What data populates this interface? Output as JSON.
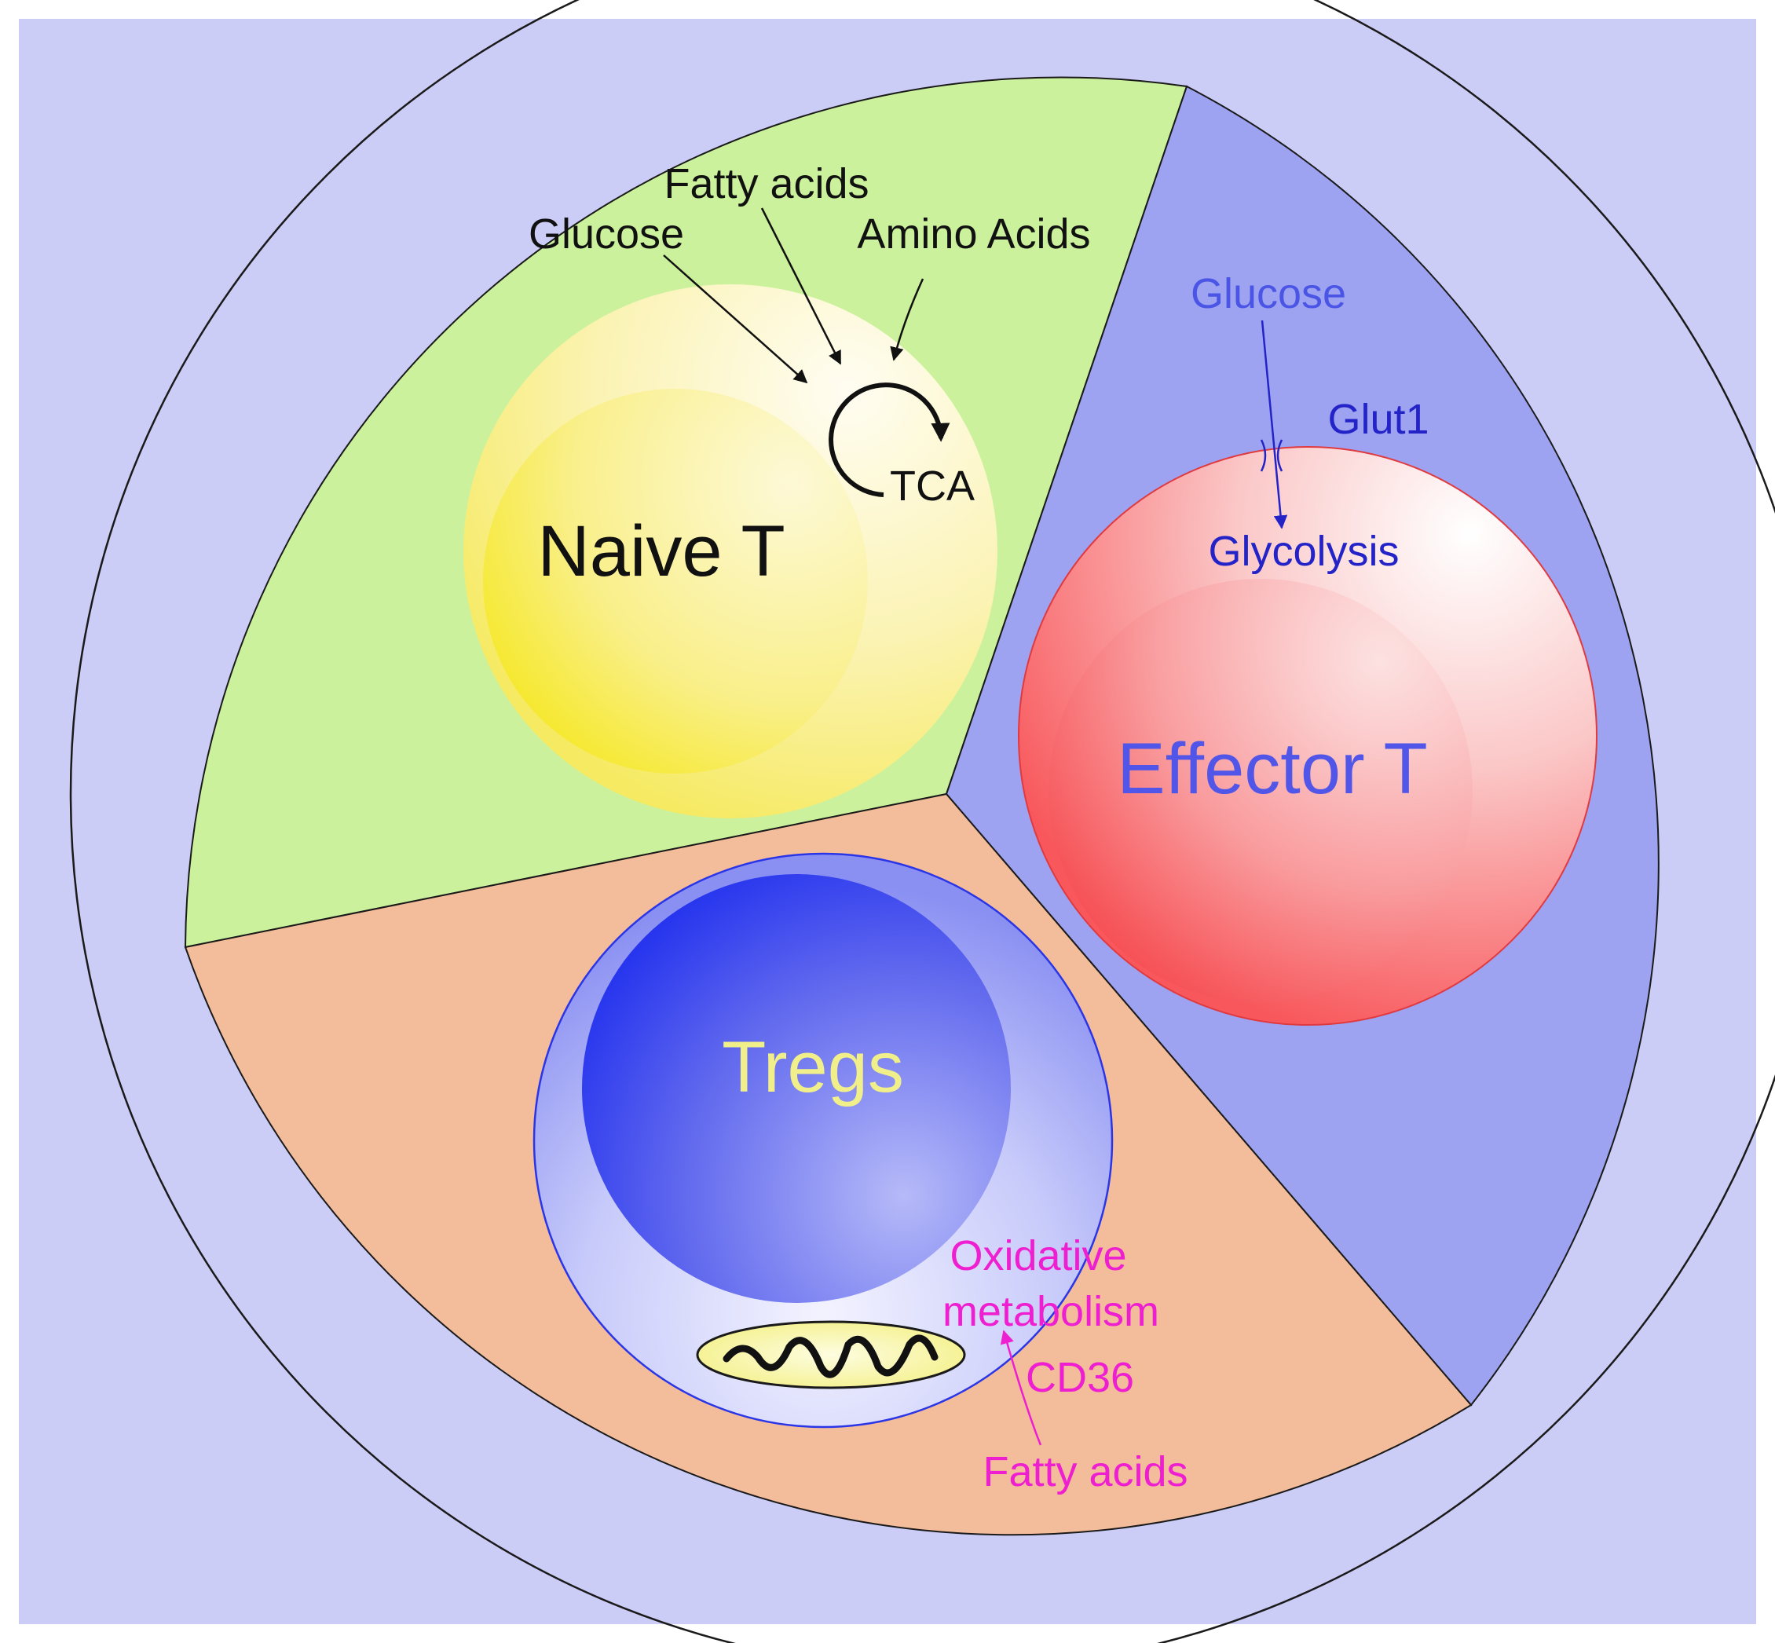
{
  "colors": {
    "background": "#cccdf7",
    "outline": "#1a1a1a",
    "naive_sector": "#ccf19c",
    "effector_sector": "#9da3f0",
    "treg_sector": "#f3bc9a",
    "arrow_black": "#111111",
    "glucose_blue": "#4a55e6",
    "glycolysis_blue": "#2323c8",
    "effector_label": "#5156e8",
    "treg_label": "#f1ef8a",
    "treg_magenta": "#ee1fd0"
  },
  "naive": {
    "cell_label": "Naive T",
    "inputs": [
      "Fatty acids",
      "Glucose",
      "Amino Acids"
    ],
    "cycle_label": "TCA"
  },
  "effector": {
    "cell_label": "Effector T",
    "input": "Glucose",
    "transporter": "Glut1",
    "pathway": "Glycolysis"
  },
  "treg": {
    "cell_label": "Tregs",
    "pathway_line1": "Oxidative",
    "pathway_line2": "metabolism",
    "transporter": "CD36",
    "input": "Fatty acids"
  }
}
